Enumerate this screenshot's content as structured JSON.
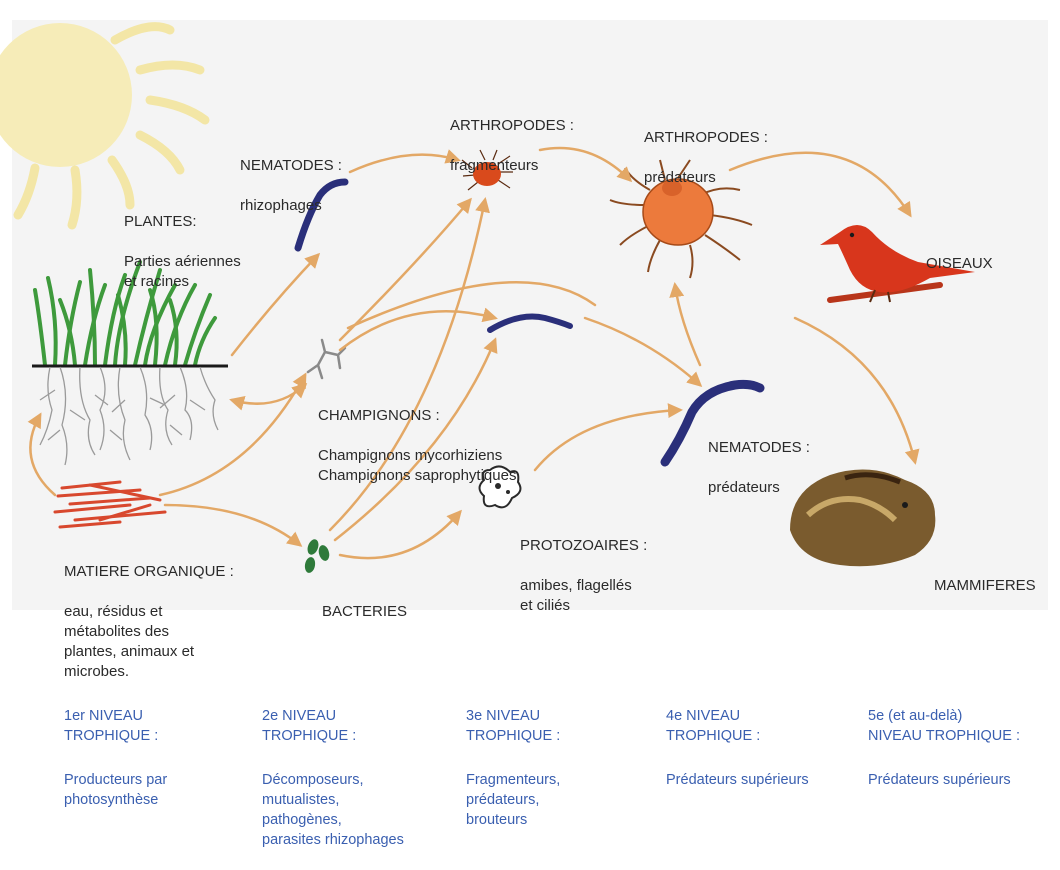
{
  "organisms": {
    "plantes": {
      "title": "PLANTES:",
      "sub": "Parties aériennes\net racines"
    },
    "nematodes_rhizo": {
      "title": "NEMATODES :",
      "sub": "rhizophages"
    },
    "arthropodes_frag": {
      "title": "ARTHROPODES :",
      "sub": "fragmenteurs"
    },
    "arthropodes_pred": {
      "title": "ARTHROPODES :",
      "sub": "prédateurs"
    },
    "oiseaux": {
      "title": "OISEAUX"
    },
    "champignons": {
      "title": "CHAMPIGNONS :",
      "sub": "Champignons mycorhiziens\nChampignons saprophytiques"
    },
    "nematodes_pred": {
      "title": "NEMATODES :",
      "sub": "prédateurs"
    },
    "protozoaires": {
      "title": "PROTOZOAIRES :",
      "sub": "amibes, flagellés\net ciliés"
    },
    "bacteries": {
      "title": "BACTERIES"
    },
    "matiere": {
      "title": "MATIERE ORGANIQUE :",
      "sub": "eau, résidus et\nmétabolites des\nplantes, animaux et\nmicrobes."
    },
    "mammiferes": {
      "title": "MAMMIFERES"
    }
  },
  "levels": [
    {
      "title": "1er NIVEAU\nTROPHIQUE :",
      "desc": "Producteurs par\nphotosynthèse"
    },
    {
      "title": "2e NIVEAU\nTROPHIQUE :",
      "desc": "Décomposeurs,\nmutualistes,\npathogènes,\nparasites rhizophages"
    },
    {
      "title": "3e NIVEAU\nTROPHIQUE :",
      "desc": "Fragmenteurs,\nprédateurs,\nbrouteurs"
    },
    {
      "title": "4e NIVEAU\nTROPHIQUE :",
      "desc": "Prédateurs supérieurs"
    },
    {
      "title": "5e (et au-delà)\nNIVEAU TROPHIQUE :",
      "desc": "Prédateurs supérieurs"
    }
  ],
  "colors": {
    "arrow": "#e3a866",
    "level_text": "#3a5fb0",
    "label_text": "#2a2a2a",
    "worm": "#2a2f7a",
    "sun": "#f6ecb8",
    "grass": "#3e9a3c",
    "roots": "#9a9a9a",
    "mite": "#e0652a",
    "bird": "#d8361c",
    "organic": "#d8482e",
    "bacteria": "#2e7a3a",
    "mammal": "#7a5b2e"
  },
  "icons": [
    "sun-icon",
    "grass-roots-icon",
    "worm-icon",
    "mite-icon",
    "bird-icon",
    "fungus-icon",
    "protozoa-icon",
    "bacteria-icon",
    "organic-matter-icon",
    "mammal-icon"
  ]
}
